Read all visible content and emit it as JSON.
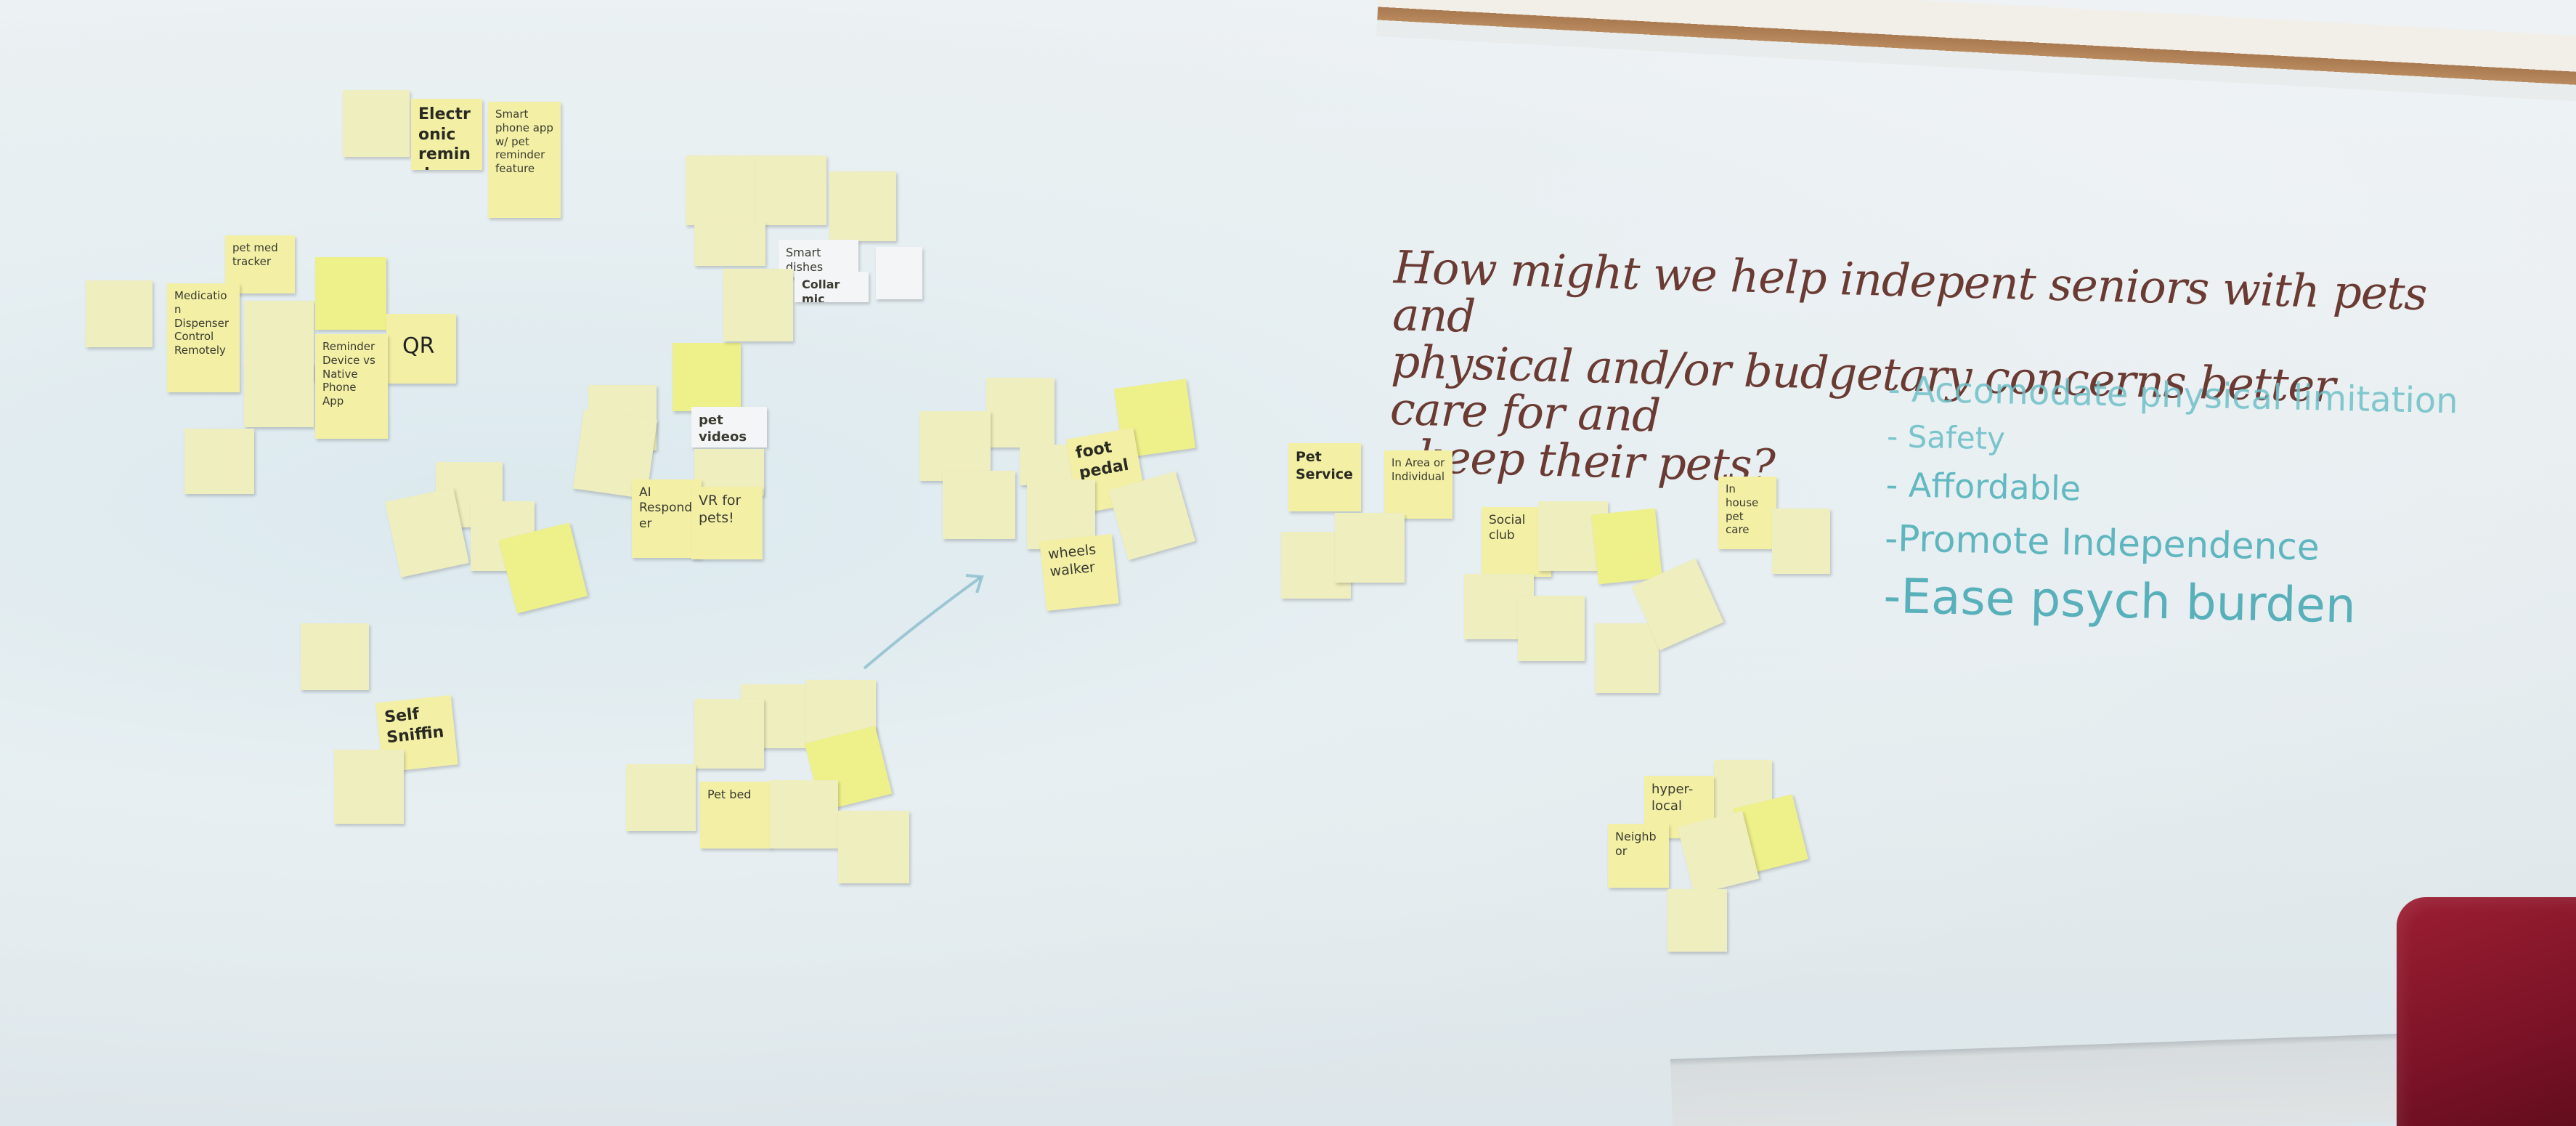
{
  "question": {
    "line1": "How might we help indepent seniors with pets and",
    "line2": "physical and/or budgetary concerns better care for and",
    "line3": "keep their pets?"
  },
  "criteria": [
    "- Accomodate physical limitation",
    "- Safety",
    "- Affordable",
    "-Promote Independence",
    "-Ease psych burden"
  ],
  "notes": {
    "n_pet_med_tracker": "pet med tracker",
    "n_electronic_reminder": "Electronic reminder",
    "n_smartphone_app": "Smart phone app w/ pet reminder feature",
    "n_medication_dispenser": "Medication Dispenser Control Remotely",
    "n_qr": "QR",
    "n_reminder_device": "Reminder Device vs Native Phone App",
    "n_pet_videos": "pet videos",
    "n_ai_responder": "AI Responder",
    "n_vr_for_pets": "VR for pets!",
    "n_smart_dishes": "Smart dishes",
    "n_collar_mic": "Collar mic",
    "n_foot_pedal": "foot pedal",
    "n_wheel_walker": "wheels walker",
    "n_pet_service": "Pet Service",
    "n_social_club": "Social club",
    "n_hyper_local": "hyper-local",
    "n_neighbor": "Neighbor",
    "n_self_sniffing": "Self Sniffing",
    "n_pet_bed": "Pet bed",
    "n_in_house_care": "In house pet care",
    "n_in_area": "In Area or Individual"
  }
}
